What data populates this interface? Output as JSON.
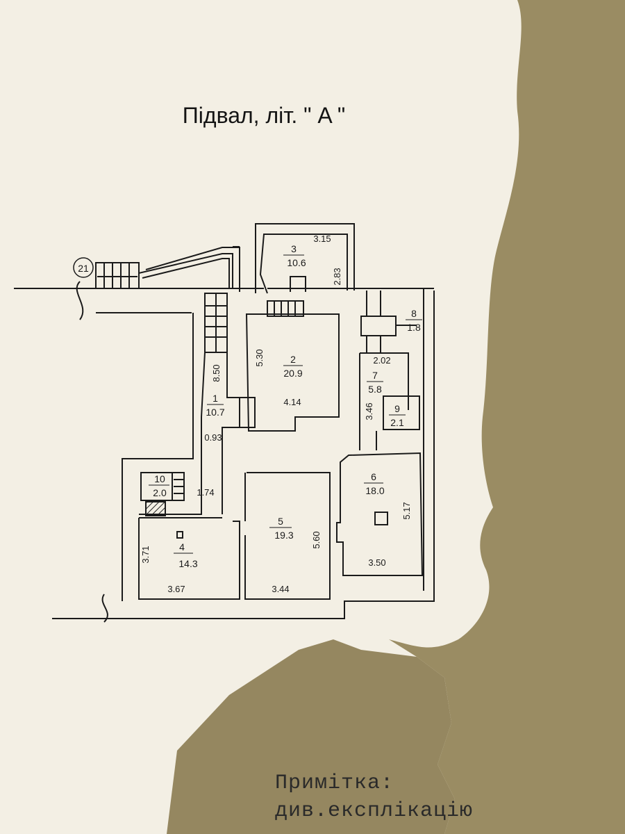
{
  "title": "Підвал, літ. \" A \"",
  "marker": "21",
  "rooms": [
    {
      "num": "1",
      "area": "10.7"
    },
    {
      "num": "2",
      "area": "20.9"
    },
    {
      "num": "3",
      "area": "10.6"
    },
    {
      "num": "4",
      "area": "14.3"
    },
    {
      "num": "5",
      "area": "19.3"
    },
    {
      "num": "6",
      "area": "18.0"
    },
    {
      "num": "7",
      "area": "5.8"
    },
    {
      "num": "8",
      "area": "1.8"
    },
    {
      "num": "9",
      "area": "2.1"
    },
    {
      "num": "10",
      "area": "2.0"
    }
  ],
  "dimensions": [
    "3.15",
    "2.83",
    "5.30",
    "4.14",
    "8.50",
    "0.93",
    "2.02",
    "3.46",
    "1.74",
    "5.17",
    "5.60",
    "3.71",
    "3.67",
    "3.44",
    "3.50"
  ],
  "note": {
    "line1": "Примітка:",
    "line2": "див.експлікацію"
  },
  "colors": {
    "paper": "#f3efe4",
    "shadow": "#8f8158",
    "ink": "#1a1a1a"
  }
}
